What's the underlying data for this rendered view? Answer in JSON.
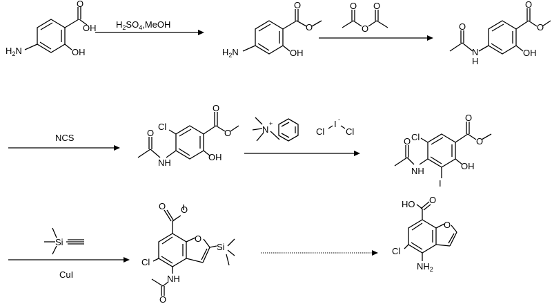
{
  "reagents": {
    "step1": "H2SO4,MeOH",
    "step3": "NCS",
    "step5_below": "CuI"
  },
  "atoms": {
    "c1_acid_o": "O",
    "c1_oh": "OH",
    "c1_nh2": "H2N",
    "c1_phenol": "OH",
    "c2_ester_o1": "O",
    "c2_ester_o2": "O",
    "c2_nh2": "H2N",
    "c2_phenol": "OH",
    "c3_acyl_o": "O",
    "c3_nh": "N",
    "c3_nh_h": "H",
    "c3_ester_o1": "O",
    "c3_ester_o2": "O",
    "c3_phenol": "OH",
    "ac2o_o1": "O",
    "ac2o_o2": "O",
    "ac2o_o3": "O",
    "c4_cl": "Cl",
    "c4_ester_o1": "O",
    "c4_ester_o2": "O",
    "c4_acyl_o": "O",
    "c4_nh": "NH",
    "c4_phenol": "OH",
    "btma_n": "N",
    "btma_plus": "+",
    "icl2_cl1": "Cl",
    "icl2_i": "I",
    "icl2_minus": "-",
    "icl2_cl2": "Cl",
    "c5_cl": "Cl",
    "c5_ester_o1": "O",
    "c5_ester_o2": "O",
    "c5_acyl_o": "O",
    "c5_nh": "NH",
    "c5_i": "I",
    "c5_phenol": "OH",
    "tms_si": "Si",
    "c6_ester_o1": "O",
    "c6_ester_o2": "O",
    "c6_ring_o": "O",
    "c6_si": "Si",
    "c6_cl": "Cl",
    "c6_nh": "NH",
    "c6_acyl_o": "O",
    "c7_ho": "HO",
    "c7_acid_o": "O",
    "c7_ring_o": "O",
    "c7_cl": "Cl",
    "c7_nh2": "NH2"
  }
}
